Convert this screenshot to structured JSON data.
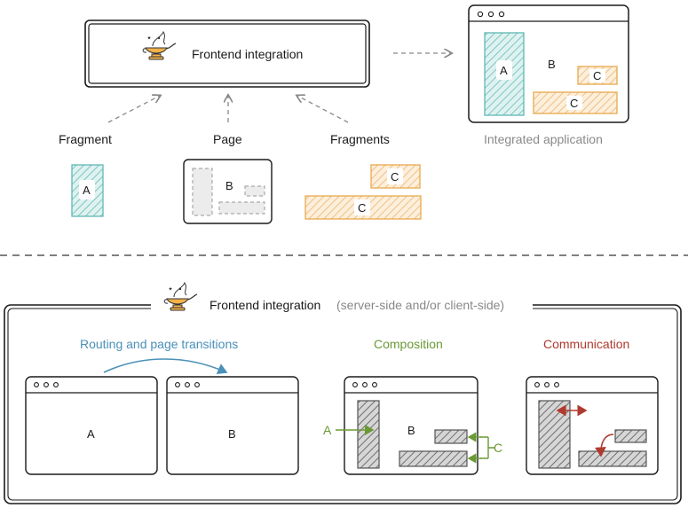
{
  "top": {
    "integration_box": {
      "label": "Frontend integration",
      "icon": "genie-lamp-icon"
    },
    "integrated_app": {
      "caption": "Integrated application",
      "block_a": "A",
      "block_b": "B",
      "block_c1": "C",
      "block_c2": "C"
    },
    "fragment": {
      "title": "Fragment",
      "block": "A"
    },
    "page": {
      "title": "Page",
      "block": "B"
    },
    "fragments": {
      "title": "Fragments",
      "block_c1": "C",
      "block_c2": "C"
    }
  },
  "bottom": {
    "header": {
      "title": "Frontend integration",
      "subtitle": "(server-side and/or client-side)",
      "icon": "genie-lamp-icon"
    },
    "routing": {
      "title": "Routing and page transitions",
      "window_a": "A",
      "window_b": "B"
    },
    "composition": {
      "title": "Composition",
      "label_a": "A",
      "label_b": "B",
      "label_c": "C"
    },
    "communication": {
      "title": "Communication"
    }
  },
  "colors": {
    "teal": "#5fb8b3",
    "teal_fill": "#dff2f0",
    "orange": "#e8a94d",
    "orange_fill": "#fbeedd",
    "gray": "#aaaaaa",
    "gray_fill": "#ececec",
    "dark_hatch": "#777777",
    "dark_fill": "#d9d9d9",
    "routing_blue": "#4a90b8",
    "composition_green": "#6a9a35",
    "communication_red": "#b03a2e"
  }
}
